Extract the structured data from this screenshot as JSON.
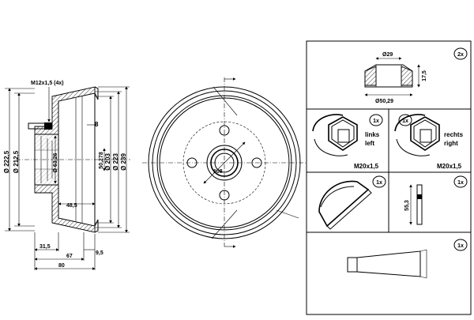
{
  "side_view": {
    "bolt_label": "M12x1,5 (4x)",
    "dims": {
      "d2225": "Ø 222,5",
      "d2125": "Ø 212,5",
      "d6326": "Ø 63,26",
      "d50278": "50,278",
      "d203": "Ø 203",
      "d223": "Ø 223",
      "d239": "Ø 239",
      "d8": "8",
      "d485": "48,5",
      "d315": "31,5",
      "d67": "67",
      "d95": "9,5",
      "d80": "80"
    }
  },
  "front_view": {
    "center_dim": "108"
  },
  "kit": {
    "bearing": {
      "qty": "2x",
      "d29": "Ø29",
      "d5029": "Ø50,29",
      "h175": "17,5"
    },
    "nut_left": {
      "qty": "1x",
      "dir_de": "links",
      "dir_en": "left",
      "thread": "M20x1,5"
    },
    "nut_right": {
      "qty": "1x",
      "dir_de": "rechts",
      "dir_en": "right",
      "thread": "M20x1,5"
    },
    "cap": {
      "qty": "1x"
    },
    "ring": {
      "qty": "1x",
      "dim": "55,3"
    },
    "grease": {
      "qty": "1x"
    }
  }
}
